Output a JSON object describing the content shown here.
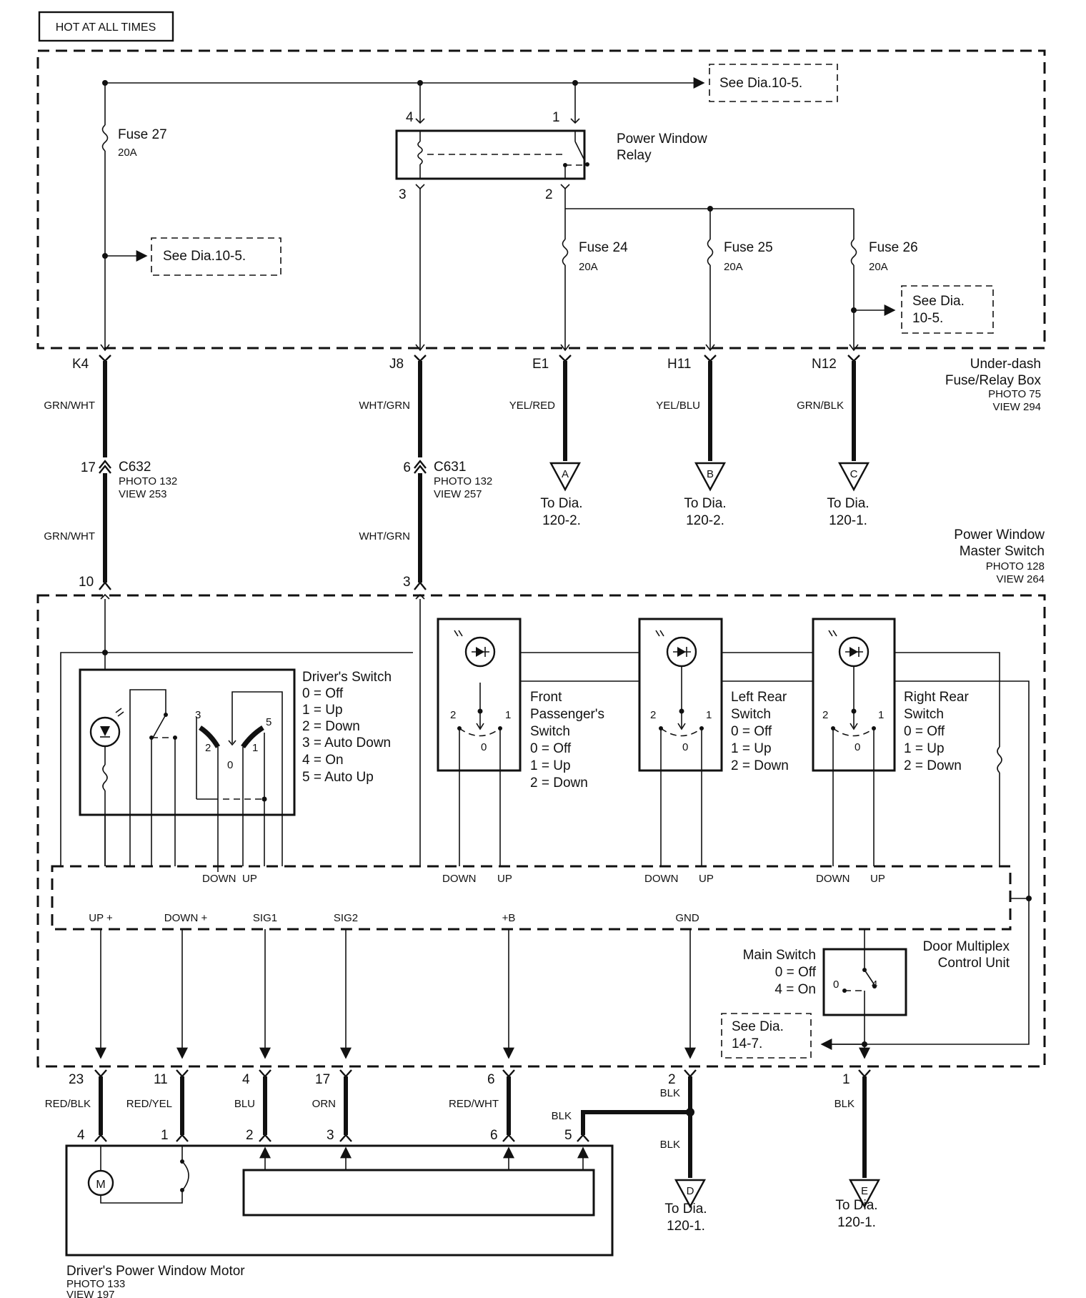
{
  "header": {
    "hot_label": "HOT AT ALL TIMES"
  },
  "fuse_box": {
    "name_line1": "Under-dash",
    "name_line2": "Fuse/Relay Box",
    "photo": "PHOTO 75",
    "view": "VIEW 294",
    "see_top": "See Dia.10-5.",
    "see_left": "See Dia.10-5.",
    "see_right_line1": "See Dia.",
    "see_right_line2": "10-5.",
    "relay_line1": "Power Window",
    "relay_line2": "Relay",
    "relay_pins": [
      "4",
      "1",
      "3",
      "2"
    ],
    "fuses": [
      {
        "name": "Fuse 27",
        "rating": "20A"
      },
      {
        "name": "Fuse 24",
        "rating": "20A"
      },
      {
        "name": "Fuse 25",
        "rating": "20A"
      },
      {
        "name": "Fuse 26",
        "rating": "20A"
      }
    ],
    "terminals": [
      "K4",
      "J8",
      "E1",
      "H11",
      "N12"
    ],
    "wire_colors": [
      "GRN/WHT",
      "WHT/GRN",
      "YEL/RED",
      "YEL/BLU",
      "GRN/BLK"
    ]
  },
  "connectors": [
    {
      "pin": "17",
      "name": "C632",
      "photo": "PHOTO 132",
      "view": "VIEW 253",
      "wire": "GRN/WHT"
    },
    {
      "pin": "6",
      "name": "C631",
      "photo": "PHOTO 132",
      "view": "VIEW 257",
      "wire": "WHT/GRN"
    }
  ],
  "offpage": [
    {
      "letter": "A",
      "line1": "To Dia.",
      "line2": "120-2."
    },
    {
      "letter": "B",
      "line1": "To Dia.",
      "line2": "120-2."
    },
    {
      "letter": "C",
      "line1": "To Dia.",
      "line2": "120-1."
    },
    {
      "letter": "D",
      "line1": "To Dia.",
      "line2": "120-1."
    },
    {
      "letter": "E",
      "line1": "To Dia.",
      "line2": "120-1."
    }
  ],
  "master_switch": {
    "line1": "Power Window",
    "line2": "Master Switch",
    "photo": "PHOTO 128",
    "view": "VIEW 264",
    "pin_left": "10",
    "pin_mid": "3",
    "drivers_switch": {
      "title": "Driver's Switch",
      "legend": [
        "0 = Off",
        "1 = Up",
        "2 = Down",
        "3 = Auto Down",
        "4 = On",
        "5 = Auto Up"
      ],
      "positions": [
        "3",
        "5",
        "2",
        "1",
        "0"
      ]
    },
    "sub_switches": [
      {
        "title": [
          "Front",
          "Passenger's",
          "Switch"
        ],
        "legend": [
          "0 = Off",
          "1 = Up",
          "2 = Down"
        ],
        "pos": [
          "2",
          "1",
          "0"
        ]
      },
      {
        "title": [
          "Left Rear",
          "Switch"
        ],
        "legend": [
          "0 = Off",
          "1 = Up",
          "2 = Down"
        ],
        "pos": [
          "2",
          "1",
          "0"
        ]
      },
      {
        "title": [
          "Right Rear",
          "Switch"
        ],
        "legend": [
          "0 = Off",
          "1 = Up",
          "2 = Down"
        ],
        "pos": [
          "2",
          "1",
          "0"
        ]
      }
    ],
    "bus_top_labels": [
      "DOWN",
      "UP",
      "DOWN",
      "UP",
      "DOWN",
      "UP",
      "DOWN",
      "UP"
    ],
    "bus_bottom_labels": [
      "UP +",
      "DOWN +",
      "SIG1",
      "SIG2",
      "+B",
      "GND"
    ],
    "dmcu_line1": "Door Multiplex",
    "dmcu_line2": "Control Unit",
    "main_switch": {
      "title": "Main Switch",
      "legend": [
        "0 = Off",
        "4 = On"
      ],
      "pos": [
        "0",
        "4"
      ]
    },
    "see_line1": "See Dia.",
    "see_line2": "14-7."
  },
  "bottom_pins": [
    "23",
    "11",
    "4",
    "17",
    "6",
    "2",
    "1"
  ],
  "bottom_wires": [
    "RED/BLK",
    "RED/YEL",
    "BLU",
    "ORN",
    "RED/WHT",
    "BLK",
    "BLK",
    "BLK",
    "BLK"
  ],
  "motor": {
    "pins": [
      "4",
      "1",
      "2",
      "3",
      "6",
      "5"
    ],
    "symbol": "M",
    "line1": "Driver's Power Window Motor",
    "photo": "PHOTO 133",
    "view": "VIEW 197"
  }
}
